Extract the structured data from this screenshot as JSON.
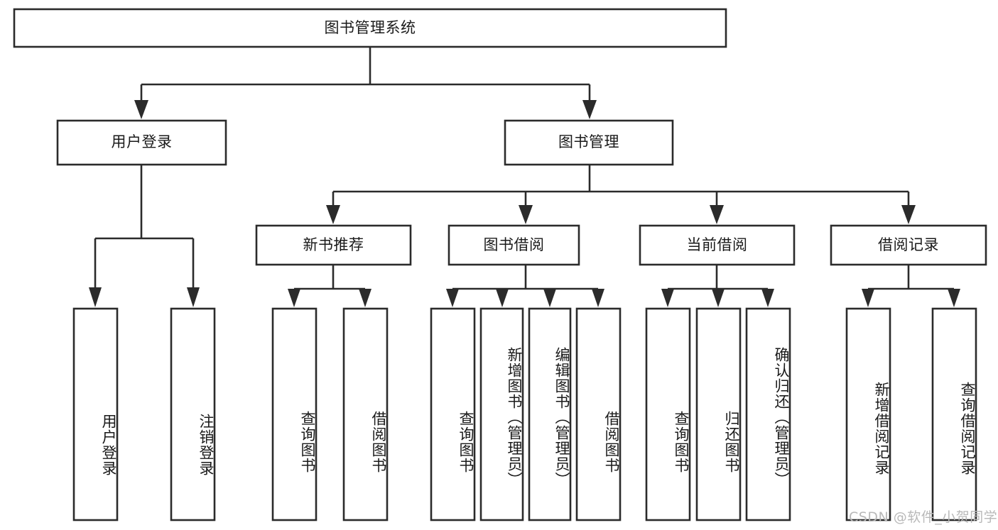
{
  "diagram": {
    "title": "图书管理系统",
    "type": "tree-hierarchy-chart",
    "watermark": "CSDN @软件_小贺同学",
    "colors": {
      "stroke": "#2b2b2b",
      "box_fill": "#ffffff",
      "text": "#1a1a1a",
      "background": "#ffffff",
      "watermark": "#b9b9b9"
    },
    "root": {
      "label": "图书管理系统"
    },
    "level2": [
      {
        "label": "用户登录"
      },
      {
        "label": "图书管理"
      }
    ],
    "level3": [
      {
        "label": "新书推荐"
      },
      {
        "label": "图书借阅"
      },
      {
        "label": "当前借阅"
      },
      {
        "label": "借阅记录"
      }
    ],
    "leaves": {
      "user_login": [
        {
          "label": "用户登录"
        },
        {
          "label": "注销登录"
        }
      ],
      "new_book_recommend": [
        {
          "label": "查询图书"
        },
        {
          "label": "借阅图书"
        }
      ],
      "book_borrow": [
        {
          "label": "查询图书"
        },
        {
          "label": "新增图书（管理员）"
        },
        {
          "label": "编辑图书（管理员）"
        },
        {
          "label": "借阅图书"
        }
      ],
      "current_borrow": [
        {
          "label": "查询图书"
        },
        {
          "label": "归还图书"
        },
        {
          "label": "确认归还（管理员）"
        }
      ],
      "borrow_record": [
        {
          "label": "新增借阅记录"
        },
        {
          "label": "查询借阅记录"
        }
      ]
    }
  }
}
